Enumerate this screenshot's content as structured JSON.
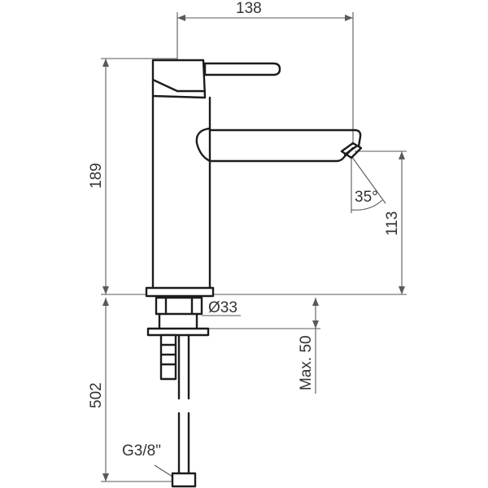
{
  "dimensions": {
    "top_width": "138",
    "overall_height": "189",
    "spout_height": "113",
    "spout_angle": "35°",
    "base_diameter": "Ø33",
    "max_deck_thickness": "Max. 50",
    "hose_length": "502",
    "hose_thread": "G3/8\""
  }
}
